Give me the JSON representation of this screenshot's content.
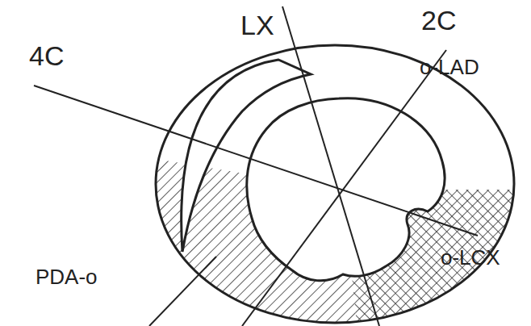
{
  "diagram": {
    "labels": [
      "LX",
      "2C",
      "4C",
      "o-LAD",
      "o-LCX",
      "PDA-o"
    ]
  }
}
